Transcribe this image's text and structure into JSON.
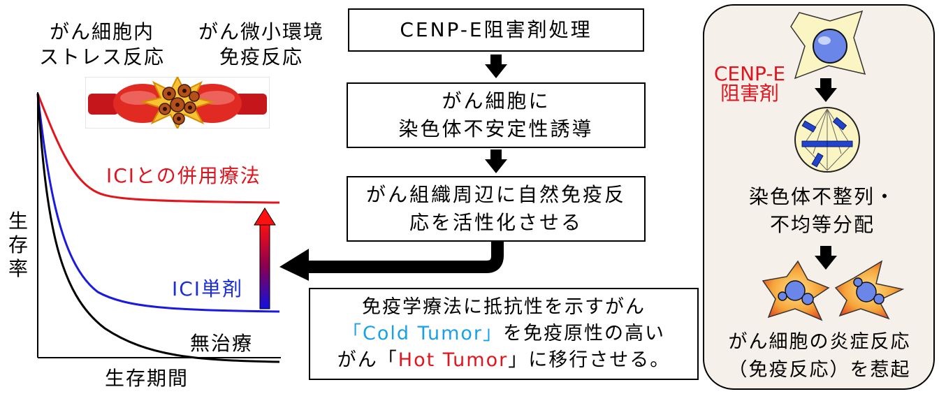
{
  "graph": {
    "labels": {
      "cancer_cell_stress": [
        "がん細胞内",
        "ストレス反応"
      ],
      "tumor_microenv": [
        "がん微小環境",
        "免疫反応"
      ],
      "combo_therapy": "ICIとの併用療法",
      "ici_single": "ICI単剤",
      "no_treatment": "無治療",
      "y_axis": [
        "生",
        "存",
        "率"
      ],
      "x_axis": "生存期間"
    },
    "curve_colors": {
      "combo": "#e3141c",
      "ici": "#1a1ae0",
      "none": "#000000"
    }
  },
  "flow": {
    "step1": "CENP-E阻害剤処理",
    "step2": [
      "がん細胞に",
      "染色体不安定性誘導"
    ],
    "step3": [
      "がん組織周辺に自然免疫反",
      "応を活性化させる"
    ]
  },
  "callout": {
    "line1": "免疫学療法に抵抗性を示すがん",
    "line2_open": "「",
    "cold": "Cold Tumor",
    "line2_close": "」",
    "line2_rest": "を免疫原性の高い",
    "line3_pre": "がん「",
    "hot": "Hot Tumor",
    "line3_post": "」に移行させる。"
  },
  "mechanism": {
    "inhibitor": [
      "CENP-E",
      "阻害剤"
    ],
    "missegregation": [
      "染色体不整列・",
      "不均等分配"
    ],
    "inflammation": [
      "がん細胞の炎症反応",
      "（免疫反応）を惹起"
    ]
  }
}
